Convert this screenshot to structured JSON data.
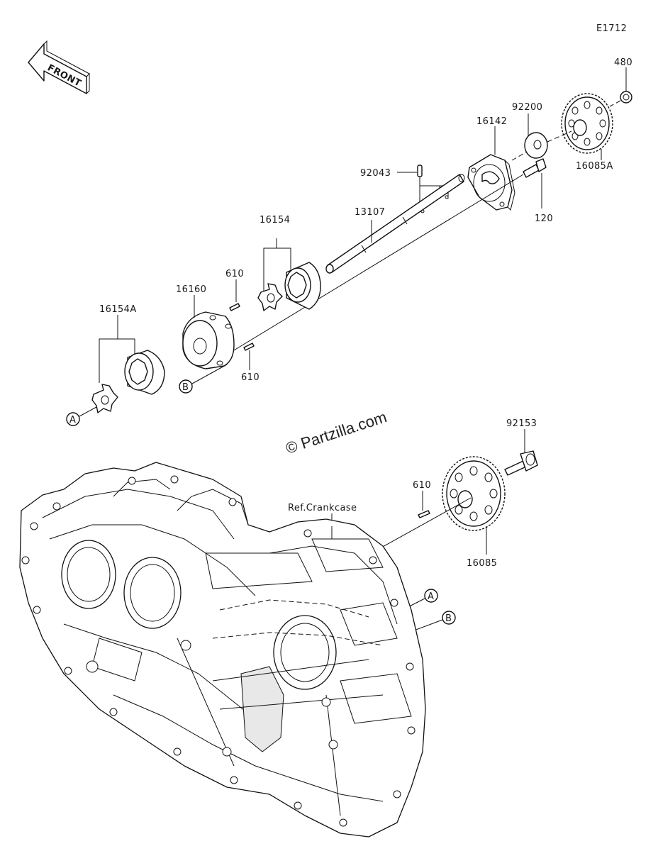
{
  "diagram": {
    "code": "E1712",
    "front_label": "FRONT",
    "watermark": "© Partzilla.com",
    "reference": "Ref.Crankcase",
    "markers": {
      "a": "A",
      "b": "B"
    },
    "parts": {
      "p480": "480",
      "p92200": "92200",
      "p16142": "16142",
      "p16085A": "16085A",
      "p92043": "92043",
      "p13107": "13107",
      "p120": "120",
      "p16154": "16154",
      "p610_top": "610",
      "p16160": "16160",
      "p610_mid": "610",
      "p16154A": "16154A",
      "p92153": "92153",
      "p610_low": "610",
      "p16085": "16085"
    }
  }
}
